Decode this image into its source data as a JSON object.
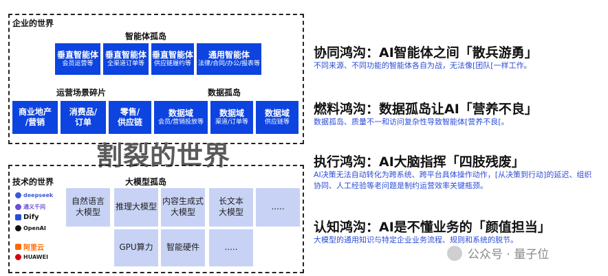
{
  "top": {
    "title": "企业的世界",
    "agent_island": "智能体孤岛",
    "agents": [
      {
        "title": "垂直智能体",
        "sub": "会员运营等"
      },
      {
        "title": "垂直智能体",
        "sub": "全渠道订单等"
      },
      {
        "title": "垂直智能体",
        "sub": "供应链履约等"
      },
      {
        "title": "通用智能体",
        "sub": "法律/合同/办公/报表等"
      }
    ],
    "ops_label": "运营场景碎片",
    "data_label": "数据孤岛",
    "ops": [
      "商业地产\n/营销",
      "消费品/\n订单",
      "零售/\n供应链"
    ],
    "data_domains": [
      {
        "title": "数据域",
        "sub": "会员/营销投放等"
      },
      {
        "title": "数据域",
        "sub": "渠道/订单等"
      },
      {
        "title": "数据域",
        "sub": "供应链等"
      }
    ]
  },
  "center_title": "割裂的世界",
  "bottom": {
    "title": "技术的世界",
    "model_island": "大模型孤岛",
    "logos": [
      "deepseek",
      "通义千问",
      "Dify",
      "OpenAI",
      "阿里云",
      "HUAWEI"
    ],
    "row1": [
      "自然语言\n大模型",
      "推理大模型",
      "内容生成式\n大模型",
      "长文本\n大模型",
      "....."
    ],
    "row2": [
      "GPU算力",
      "智能硬件",
      "....."
    ]
  },
  "gaps": [
    {
      "title": "协同鸿沟：AI智能体之间「散兵游勇」",
      "desc": "不同来源、不同功能的智能体各自为战，无法像[团队[一样工作。"
    },
    {
      "title": "燃料鸿沟：数据孤岛让AI「营养不良」",
      "desc": "数据孤岛、质量不一和访问复杂性导致智能体[营养不良[。"
    },
    {
      "title": "执行鸿沟：AI大脑指挥「四肢残废」",
      "desc": "AI决策无法自动转化为跨系统、跨平台具体操作动作，[从决策到行动]的延迟、组织协同、人工经验等老问题是制约运营效率关键瓶颈。"
    },
    {
      "title": "认知鸿沟：AI是不懂业务的「颜值担当」",
      "desc": "大模型的通用知识与特定企业业务流程、规则和系统的脱节。"
    }
  ],
  "watermark": "公众号 · 量子位",
  "colors": {
    "accent": "#0d44e0",
    "muted_block": "#c8d2f5",
    "desc_text": "#2b4dd6"
  }
}
